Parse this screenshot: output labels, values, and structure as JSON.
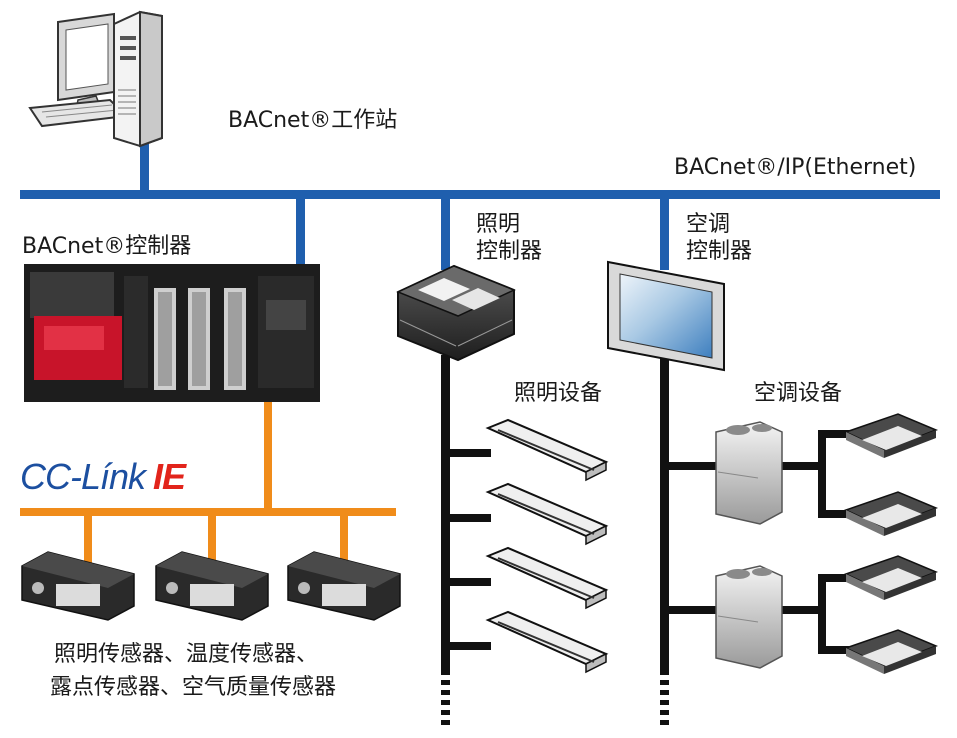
{
  "network": {
    "bus_label": "BACnet®/IP(Ethernet)",
    "fieldbus_logo": {
      "name": "CC-Línk",
      "suffix": "IE"
    }
  },
  "workstation": {
    "label": "BACnet®工作站"
  },
  "bacnet_controller": {
    "label": "BACnet®控制器"
  },
  "lighting_controller": {
    "line1": "照明",
    "line2": "控制器"
  },
  "hvac_controller": {
    "line1": "空调",
    "line2": "控制器"
  },
  "lighting_devices": {
    "label": "照明设备"
  },
  "hvac_devices": {
    "label": "空调设备"
  },
  "sensors": {
    "line1": "照明传感器、温度传感器、",
    "line2": "露点传感器、空气质量传感器"
  },
  "colors": {
    "bacnet_bus": "#1f5fae",
    "cc_link_bus": "#f08c1a",
    "device_wiring": "#111111",
    "logo_blue": "#1c4fa0",
    "logo_red": "#e2241b"
  }
}
